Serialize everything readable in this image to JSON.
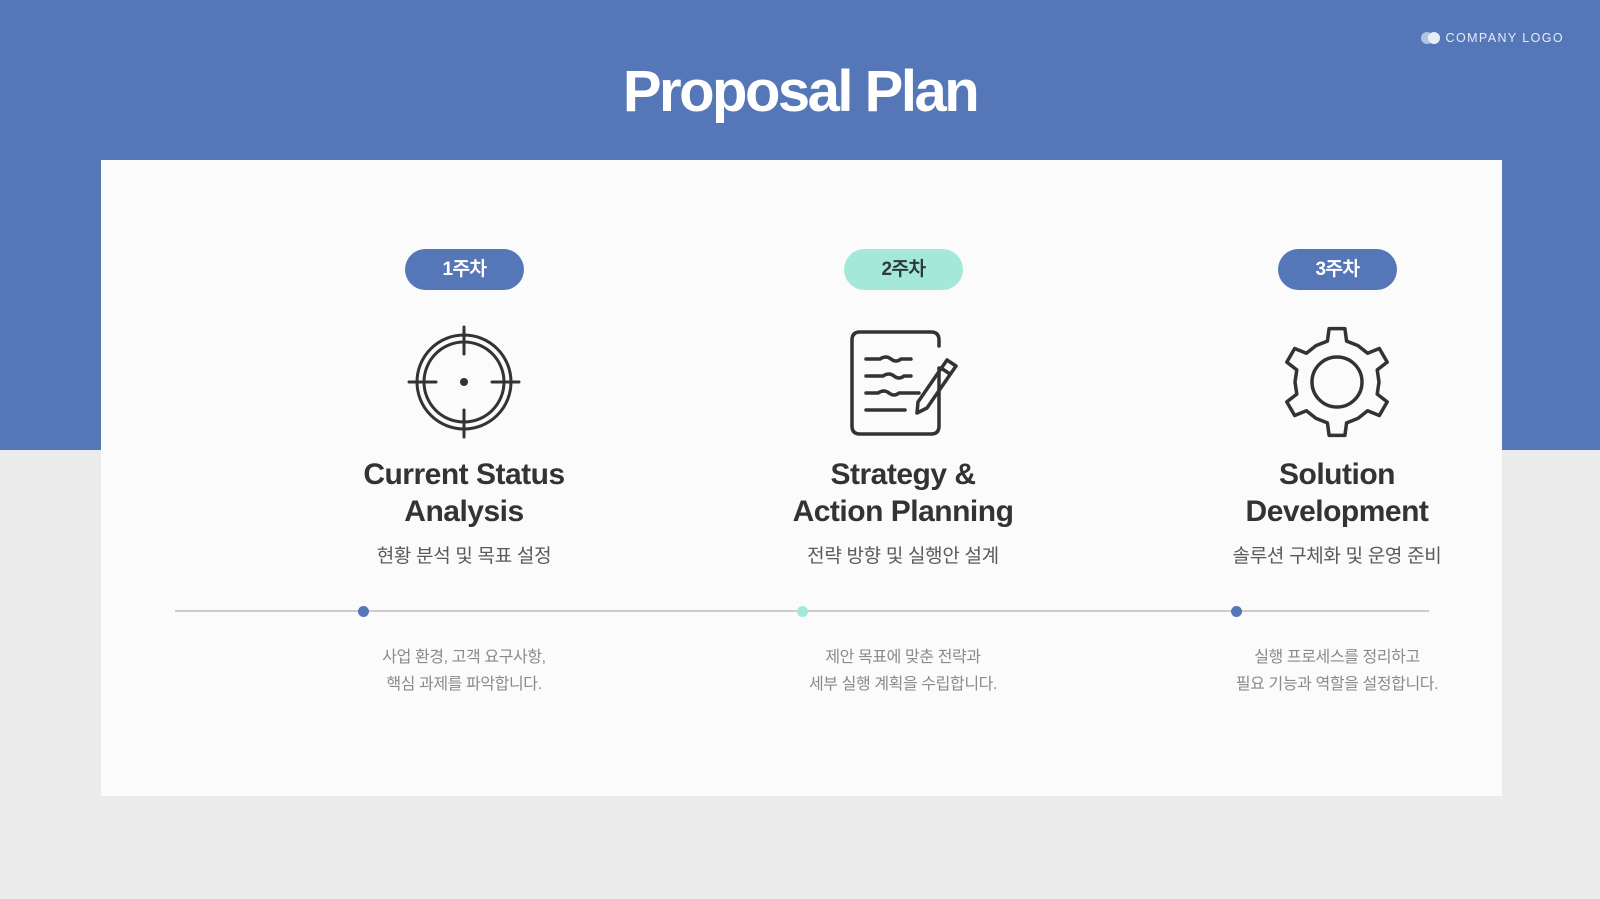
{
  "logo": {
    "text": "COMPANY LOGO"
  },
  "title": "Proposal Plan",
  "colors": {
    "primary": "#5577b7",
    "accent": "#a4e8da",
    "background": "#ebebeb",
    "card": "#fbfbfb"
  },
  "steps": [
    {
      "week": "1주차",
      "icon": "target-crosshair-icon",
      "heading_lines": [
        "Current Status",
        "Analysis"
      ],
      "subtitle": "현황 분석 및 목표 설정",
      "description": [
        "사업 환경, 고객 요구사항,",
        "핵심 과제를 파악합니다."
      ],
      "color": "#5577b7"
    },
    {
      "week": "2주차",
      "icon": "document-edit-icon",
      "heading_lines": [
        "Strategy &",
        "Action Planning"
      ],
      "subtitle": "전략 방향 및 실행안 설계",
      "description": [
        "제안 목표에 맞춘 전략과",
        "세부 실행 계획을 수립합니다."
      ],
      "color": "#a4e8da"
    },
    {
      "week": "3주차",
      "icon": "gear-icon",
      "heading_lines": [
        "Solution",
        "Development"
      ],
      "subtitle": "솔루션 구체화 및 운영 준비",
      "description": [
        "실행 프로세스를 정리하고",
        "필요 기능과 역할을 설정합니다."
      ],
      "color": "#5577b7"
    }
  ]
}
